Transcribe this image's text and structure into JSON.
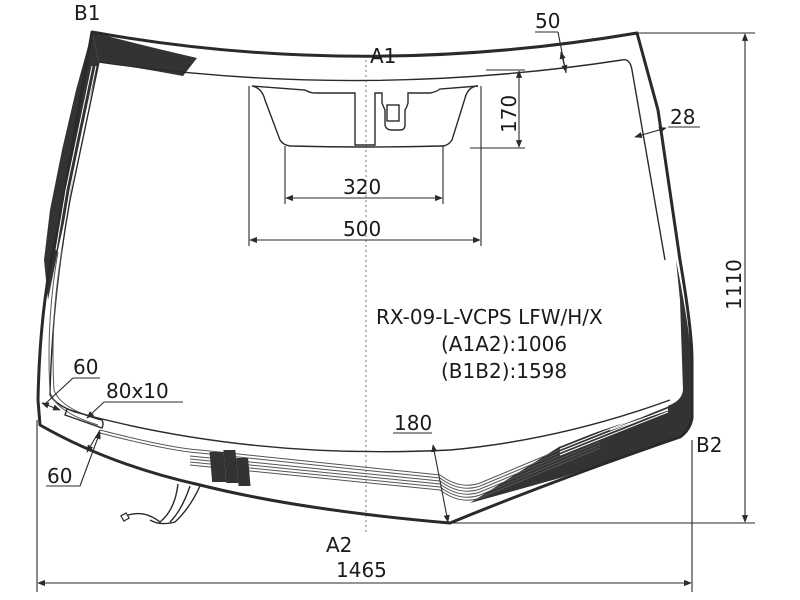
{
  "drawing": {
    "part_code": "RX-09-L-VCPS LFW/H/X",
    "diagonals": [
      {
        "label": "(A1A2):1006"
      },
      {
        "label": "(B1B2):1598"
      }
    ],
    "reference_points": {
      "A1": "A1",
      "A2": "A2",
      "B1": "B1",
      "B2": "B2"
    },
    "dimensions": {
      "overall_width": "1465",
      "overall_height": "1110",
      "top_band": "50",
      "side_band": "28",
      "sensor_area_height": "170",
      "sensor_area_inner_width": "320",
      "sensor_area_outer_width": "500",
      "bottom_band": "180",
      "corner_offset_top": "60",
      "corner_offset_bottom": "60",
      "heated_element": "80x10"
    },
    "colors": {
      "line": "#2a2a2a",
      "frit": "#333333",
      "background": "#ffffff"
    }
  }
}
